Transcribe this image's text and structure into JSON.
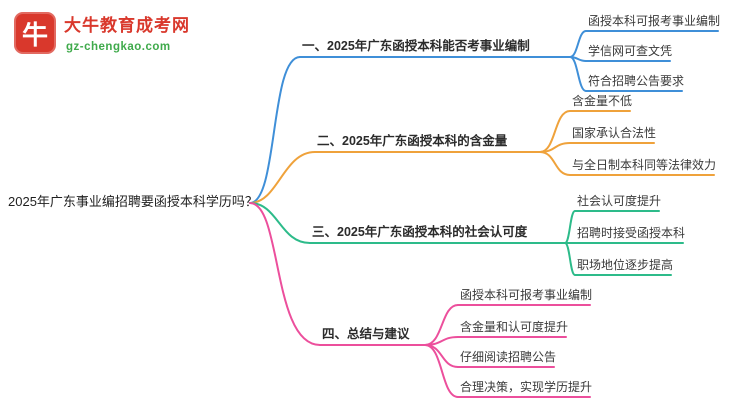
{
  "logo": {
    "title": "大牛教育成考网",
    "url": "gz-chengkao.com",
    "icon_glyph": "牛",
    "brand_color": "#d9382c",
    "url_color": "#3faa4b"
  },
  "root": {
    "label": "2025年广东事业编招聘要函授本科学历吗？"
  },
  "branches": [
    {
      "label": "一、2025年广东函授本科能否考事业编制",
      "color": "#3f8fd8",
      "children": [
        "函授本科可报考事业编制",
        "学信网可查文凭",
        "符合招聘公告要求"
      ]
    },
    {
      "label": "二、2025年广东函授本科的含金量",
      "color": "#efa23b",
      "children": [
        "含金量不低",
        "国家承认合法性",
        "与全日制本科同等法律效力"
      ]
    },
    {
      "label": "三、2025年广东函授本科的社会认可度",
      "color": "#2dbb8a",
      "children": [
        "社会认可度提升",
        "招聘时接受函授本科",
        "职场地位逐步提高"
      ]
    },
    {
      "label": "四、总结与建议",
      "color": "#ec4f9c",
      "children": [
        "函授本科可报考事业编制",
        "含金量和认可度提升",
        "仔细阅读招聘公告",
        "合理决策，实现学历提升"
      ]
    }
  ]
}
